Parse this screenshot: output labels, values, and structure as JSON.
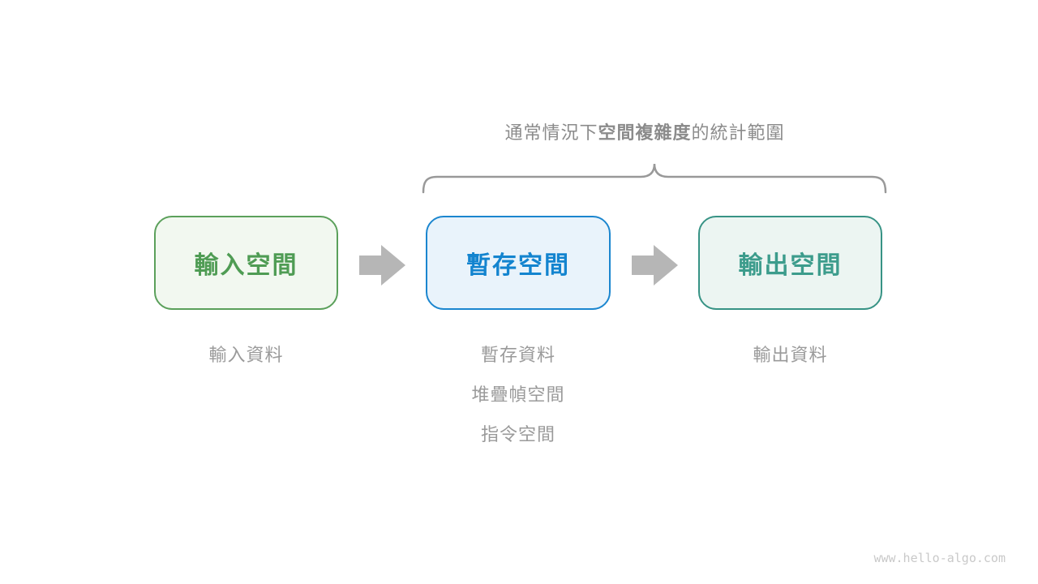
{
  "title": {
    "prefix": "通常情況下",
    "bold": "空間複雜度",
    "suffix": "的統計範圍"
  },
  "boxes": [
    {
      "id": "input-space",
      "label": "輸入空間",
      "border": "#5ba05b",
      "fill": "#f2f8f0",
      "text_color": "#4f9c54"
    },
    {
      "id": "buffer-space",
      "label": "暫存空間",
      "border": "#1b86cf",
      "fill": "#e9f3fb",
      "text_color": "#1384cf"
    },
    {
      "id": "output-space",
      "label": "輸出空間",
      "border": "#379385",
      "fill": "#ecf5f2",
      "text_color": "#3c9c8c"
    }
  ],
  "captions": {
    "input": [
      "輸入資料"
    ],
    "buffer": [
      "暫存資料",
      "堆疊幀空間",
      "指令空間"
    ],
    "output": [
      "輸出資料"
    ]
  },
  "watermark": "www.hello-algo.com",
  "colors": {
    "background": "#ffffff",
    "arrow": "#b6b6b6",
    "brace": "#999999",
    "title": "#8b8b8b",
    "caption": "#9a9a9a",
    "watermark": "#c9c9c9"
  }
}
